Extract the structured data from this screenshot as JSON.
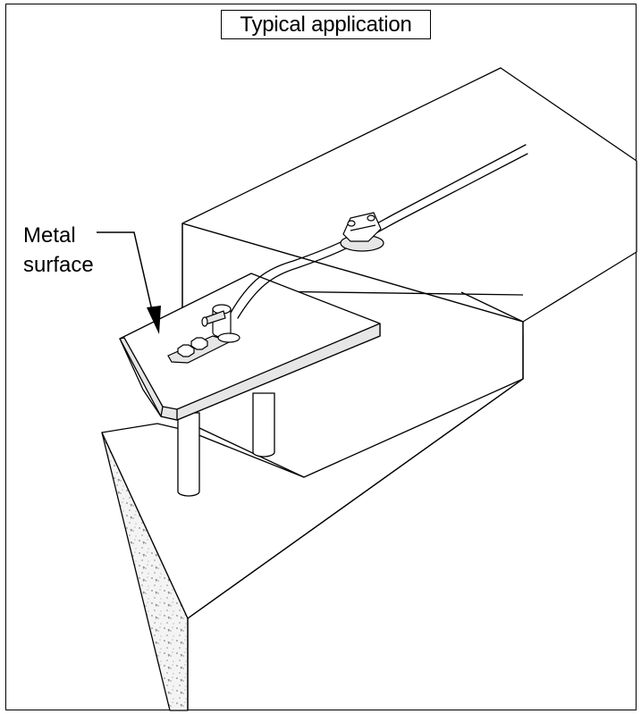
{
  "title": "Typical application",
  "callout": {
    "line1": "Metal",
    "line2": "surface"
  },
  "colors": {
    "ink": "#000000",
    "paper": "#ffffff",
    "concrete_fill": "#f4f4f4",
    "hardware_fill": "#e6e6e6"
  }
}
